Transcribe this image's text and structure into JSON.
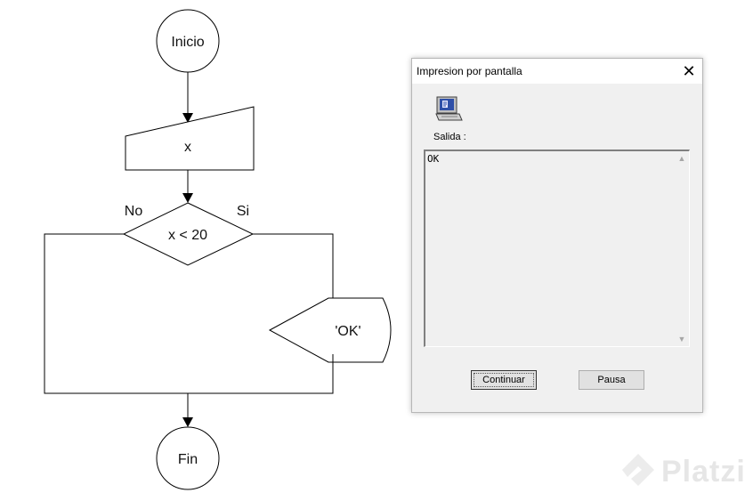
{
  "flowchart": {
    "start_label": "Inicio",
    "input_label": "x",
    "decision_label": "x < 20",
    "no_label": "No",
    "yes_label": "Si",
    "output_label": "'OK'",
    "end_label": "Fin"
  },
  "dialog": {
    "title": "Impresion por pantalla",
    "close_glyph": "✕",
    "salida_label": "Salida :",
    "output_text": "OK",
    "continue_label": "Continuar",
    "pause_label": "Pausa"
  },
  "watermark": {
    "text": "Platzi"
  },
  "icons": {
    "computer": "computer-icon",
    "scroll_up": "scroll-up-icon",
    "scroll_down": "scroll-down-icon",
    "platzi_logo": "platzi-logo-icon"
  }
}
